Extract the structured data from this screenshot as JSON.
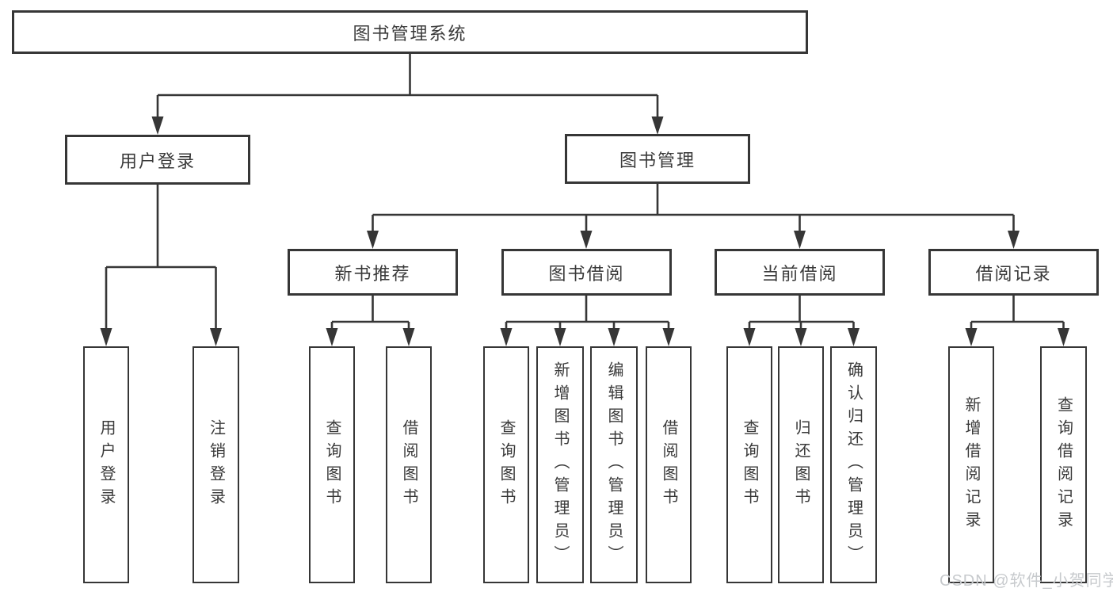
{
  "tree": {
    "root": "图书管理系统",
    "branches": [
      {
        "label": "用户登录",
        "children": [
          "用户登录",
          "注销登录"
        ]
      },
      {
        "label": "图书管理",
        "children": [
          {
            "label": "新书推荐",
            "children": [
              "查询图书",
              "借阅图书"
            ]
          },
          {
            "label": "图书借阅",
            "children": [
              "查询图书",
              "新增图书（管理员）",
              "编辑图书（管理员）",
              "借阅图书"
            ]
          },
          {
            "label": "当前借阅",
            "children": [
              "查询图书",
              "归还图书",
              "确认归还（管理员）"
            ]
          },
          {
            "label": "借阅记录",
            "children": [
              "新增借阅记录",
              "查询借阅记录"
            ]
          }
        ]
      }
    ]
  },
  "watermark": {
    "text": "CSDN @软件_小贺同学"
  },
  "colors": {
    "line": "#363636",
    "text": "#3a3a3a",
    "background": "#ffffff",
    "watermark": "#c7cacd"
  }
}
